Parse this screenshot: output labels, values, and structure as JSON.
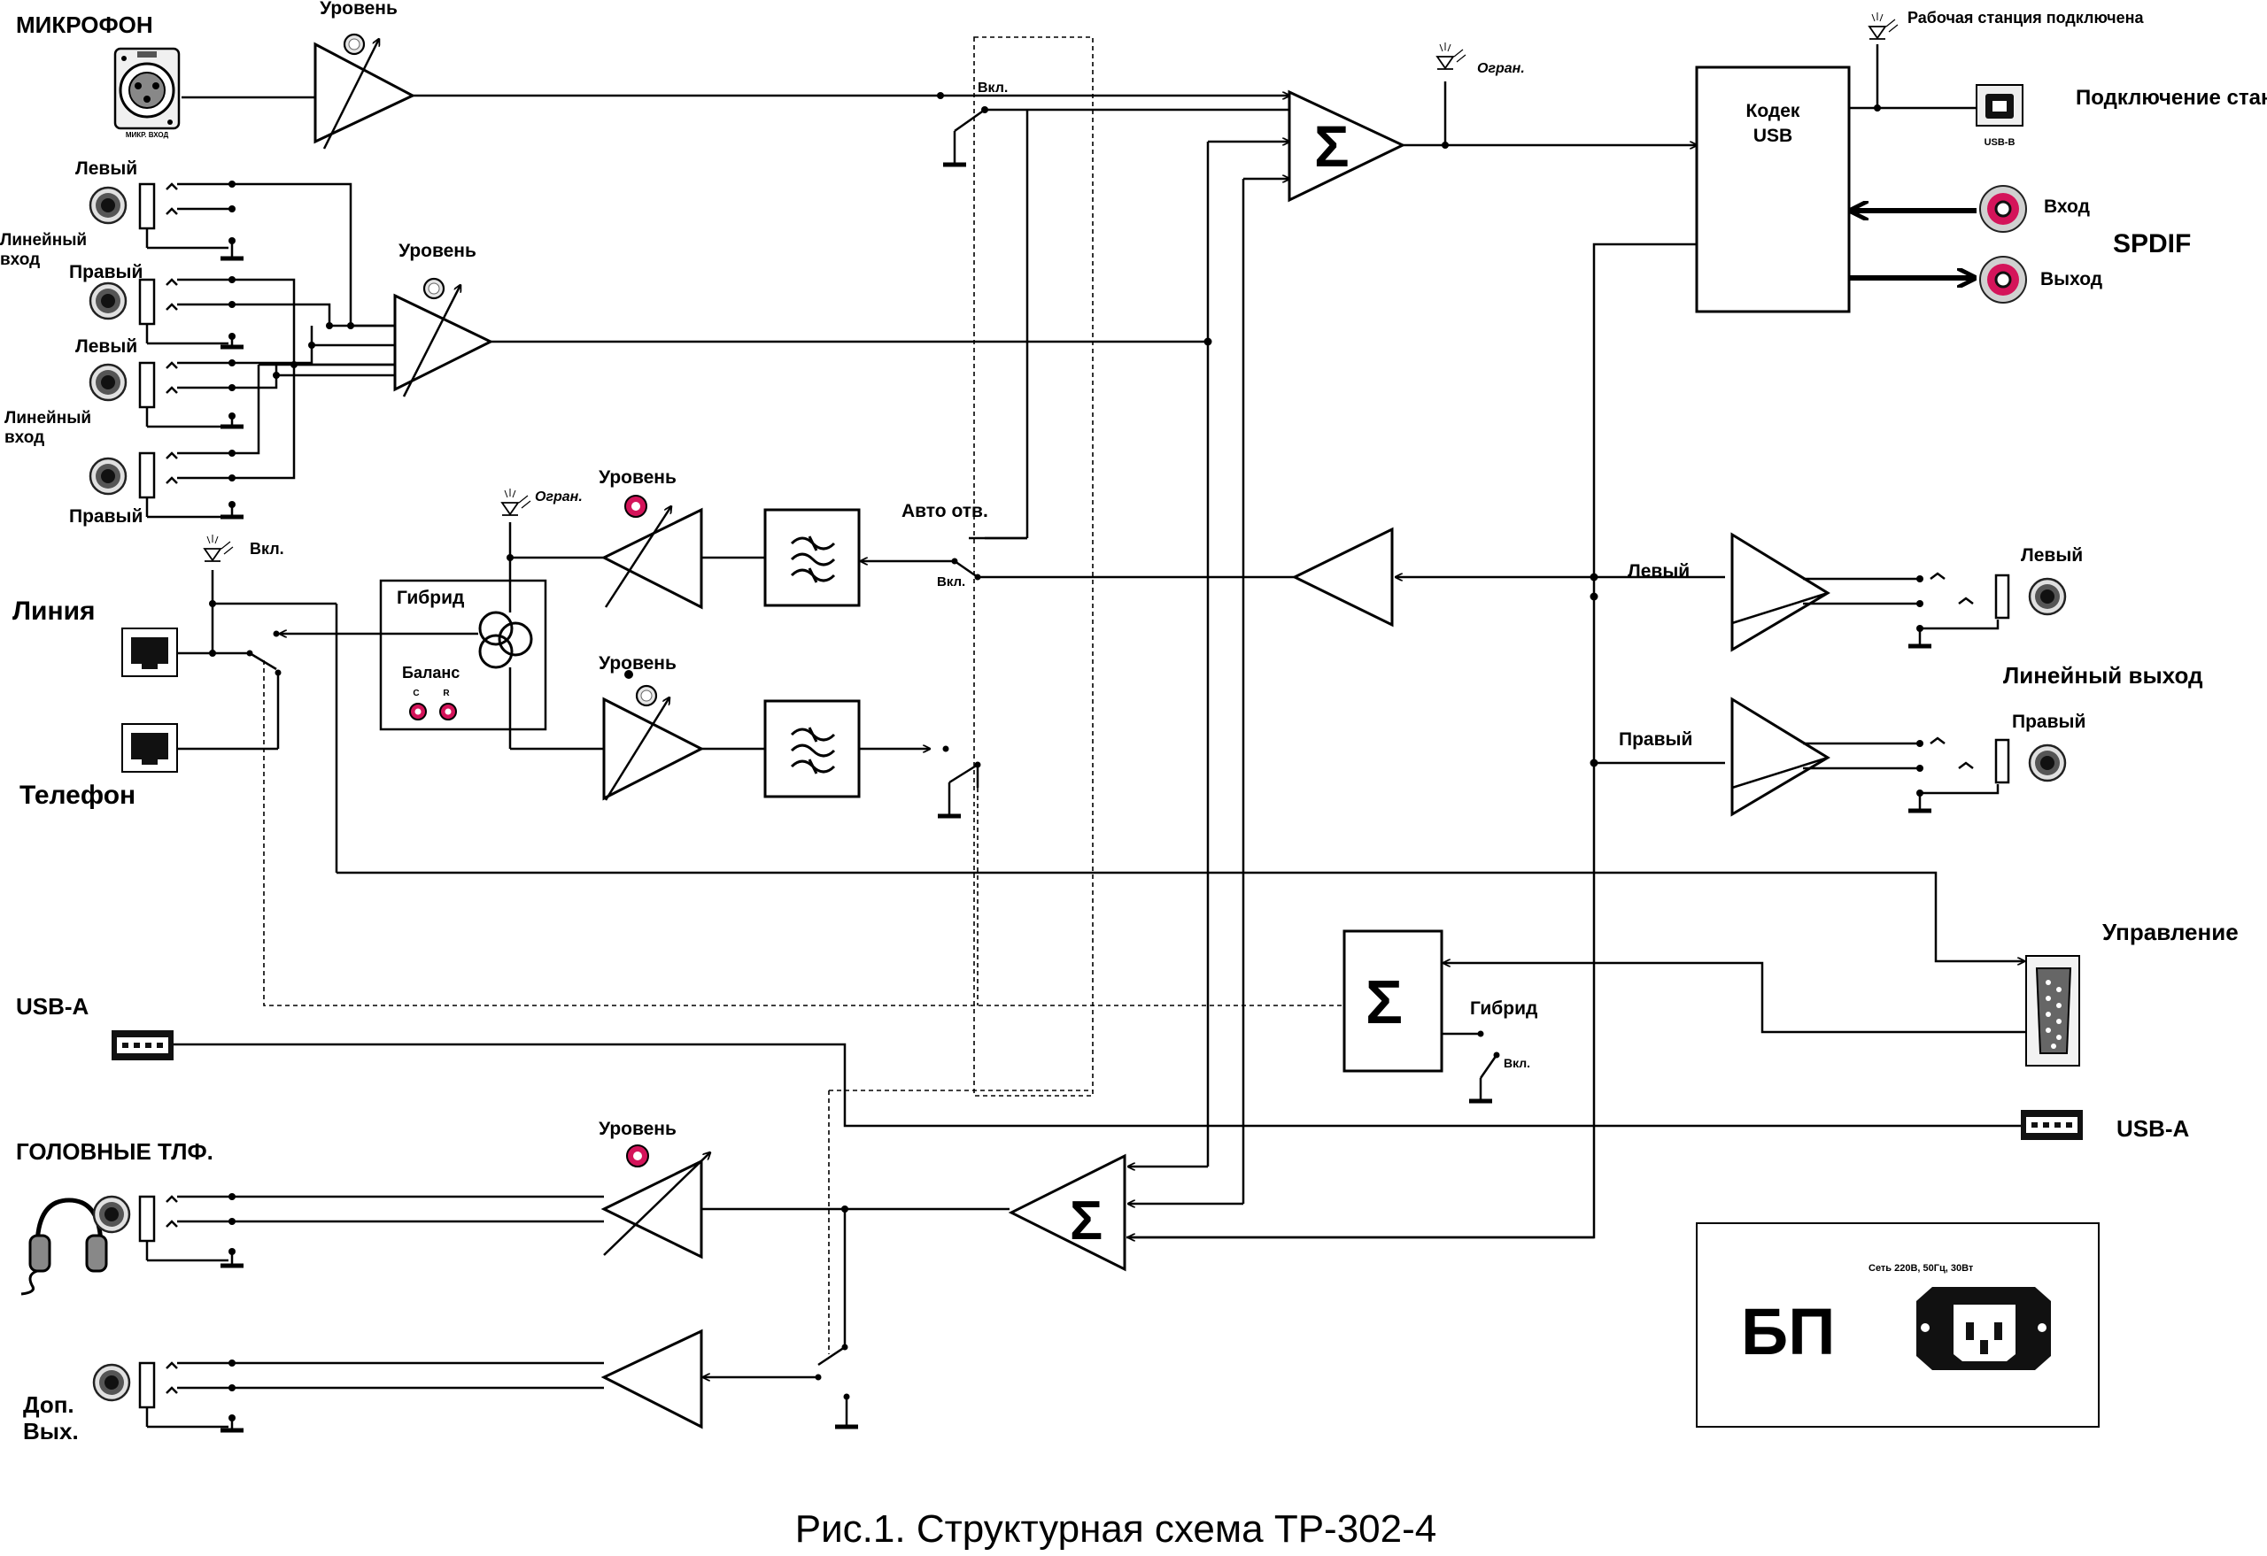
{
  "labels": {
    "mic": "МИКРОФОН",
    "level": "Уровень",
    "left": "Левый",
    "right": "Правый",
    "line_in": "Линейный вход",
    "line": "Линия",
    "phone": "Телефон",
    "hybrid": "Гибрид",
    "balance": "Баланс",
    "bal_c": "C",
    "bal_r": "R",
    "on": "Вкл.",
    "limit": "Огран.",
    "auto_answer": "Авто отв.",
    "codec": "Кодек USB",
    "workstation": "Рабочая станция подключена",
    "station_conn": "Подключение станции",
    "usb_b": "USB-B",
    "spdif": "SPDIF",
    "spdif_in": "Вход",
    "spdif_out": "Выход",
    "line_out": "Линейный выход",
    "control": "Управление",
    "usb_a": "USB-A",
    "headphones": "ГОЛОВНЫЕ ТЛФ.",
    "aux_out": "Доп. Вых.",
    "psu": "БП",
    "mains": "Сеть 220В, 50Гц, 30Вт",
    "mic_jack": "МИКР. ВХОД",
    "caption": "Рис.1. Структурная схема ТР-302-4"
  },
  "icons": [
    "xlr-connector-icon",
    "jack-socket-icon",
    "rj11-socket-icon",
    "usb-a-socket-icon",
    "usb-b-socket-icon",
    "rca-socket-icon",
    "db9-connector-icon",
    "headphones-icon",
    "iec-power-inlet-icon",
    "led-icon",
    "potentiometer-knob-icon",
    "switch-icon",
    "summing-amplifier-icon",
    "band-pass-filter-icon",
    "transformer-icon"
  ],
  "colors": {
    "rca_ring": "#d4145a",
    "line": "#000000"
  }
}
